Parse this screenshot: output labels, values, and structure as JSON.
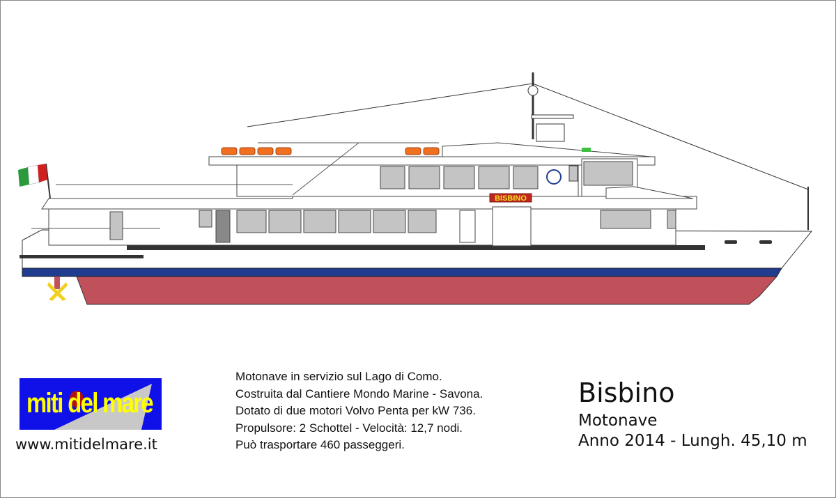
{
  "ship": {
    "name_plate": "BISBINO",
    "colors": {
      "hull_red": "#c0505a",
      "stripe_blue": "#1f3c8e",
      "window_grey": "#c4c4c4",
      "lifebuoy_orange": "#f07020",
      "plate_bg": "#c0281e",
      "plate_text": "#f0e020"
    }
  },
  "logo": {
    "text": "miti del mare",
    "colors": {
      "bg": "#1010e8",
      "text": "#ffff00"
    }
  },
  "website": "www.mitidelmare.it",
  "description": [
    "Motonave in servizio sul Lago di Como.",
    "Costruita dal Cantiere Mondo Marine - Savona.",
    "Dotato di due motori Volvo Penta per kW 736.",
    "Propulsore: 2 Schottel - Velocità: 12,7 nodi.",
    "Può trasportare 460 passeggeri."
  ],
  "title": "Bisbino",
  "type": "Motonave",
  "specs": "Anno 2014 - Lungh. 45,10 m"
}
